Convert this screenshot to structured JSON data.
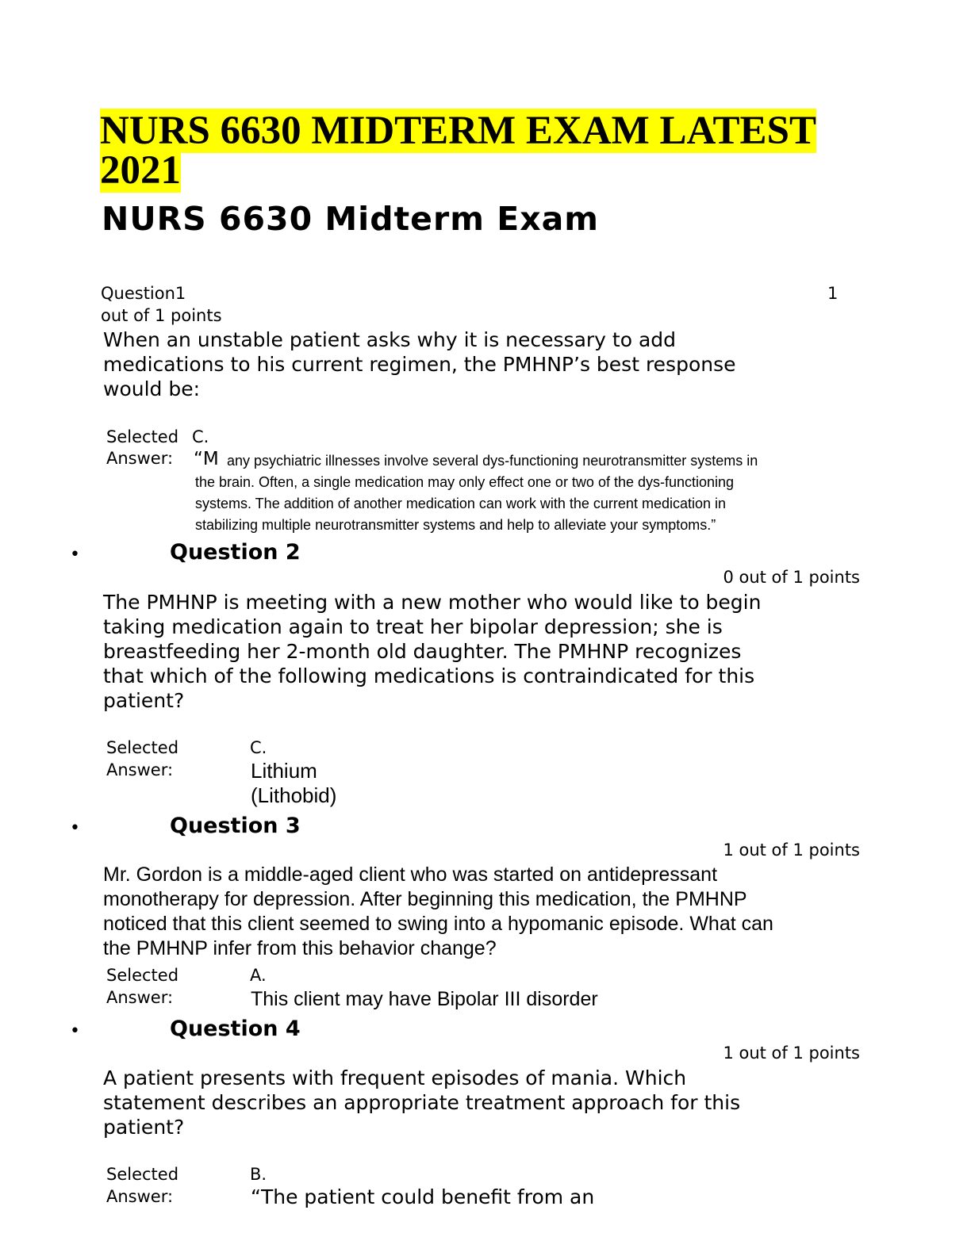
{
  "title_line1": "NURS 6630 MIDTERM EXAM LATEST",
  "title_line2": "2021",
  "subtitle": "NURS 6630 Midterm Exam",
  "bullet": "•",
  "q1": {
    "label": "Question1",
    "points_number": "1",
    "points_text": "out of 1 points",
    "prompt_lines": [
      "When an unstable patient asks why it is necessary to add",
      "medications to his current regimen, the PMHNP’s best response",
      "would be:"
    ],
    "selected": "Selected",
    "answer_label": "Answer:",
    "choice": "C.",
    "quote_open": "“M",
    "answer_lines": [
      "any psychiatric illnesses involve several dys-functioning neurotransmitter systems in",
      "the brain. Often, a single medication may only effect one or two of the dys-functioning",
      "systems. The addition of another medication can work with the current medication in",
      "stabilizing multiple neurotransmitter systems and help to alleviate your symptoms.”"
    ]
  },
  "q2": {
    "heading": "Question 2",
    "points": "0 out of 1 points",
    "prompt_lines": [
      "The PMHNP is meeting with a new mother who would like to begin",
      "taking medication again to treat her bipolar depression; she is",
      "breastfeeding her 2-month old daughter. The PMHNP recognizes",
      "that which of the following medications is contraindicated for this",
      "patient?"
    ],
    "selected": "Selected",
    "answer_label": "Answer:",
    "choice": "C.",
    "answer_lines": [
      "Lithium",
      "(Lithobid)"
    ]
  },
  "q3": {
    "heading": "Question 3",
    "points": "1 out of 1 points",
    "prompt_lines": [
      "Mr. Gordon is a middle-aged client who was started on antidepressant",
      "monotherapy for depression. After beginning this medication, the PMHNP",
      "noticed that this client seemed to swing into a hypomanic episode. What can",
      "the PMHNP infer from this behavior change?"
    ],
    "selected": "Selected",
    "answer_label": "Answer:",
    "choice": "A.",
    "answer_lines": [
      "This client may have Bipolar III disorder"
    ]
  },
  "q4": {
    "heading": "Question 4",
    "points": "1 out of 1 points",
    "prompt_lines": [
      "A patient presents with frequent episodes of mania. Which",
      "statement describes an appropriate treatment approach for this",
      "patient?"
    ],
    "selected": "Selected",
    "answer_label": "Answer:",
    "choice": "B.",
    "answer_lines": [
      "“The patient could benefit from an"
    ]
  }
}
